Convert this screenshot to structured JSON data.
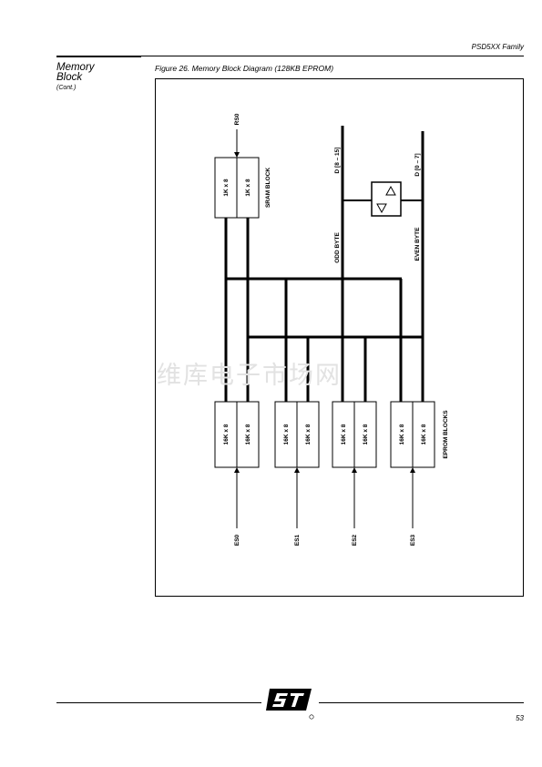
{
  "header": {
    "family": "PSD5XX Family"
  },
  "sidebar": {
    "title_line1": "Memory",
    "title_line2": "Block",
    "cont": "(Cont.)"
  },
  "figure": {
    "caption": "Figure 26.  Memory Block Diagram (128KB EPROM)",
    "labels": {
      "rs0": "RS0",
      "sram_cell": "1K x 8",
      "sram_block": "SRAM BLOCK",
      "d_high": "D [8 – 15]",
      "d_low": "D [0 – 7]",
      "odd_byte": "ODD BYTE",
      "even_byte": "EVEN BYTE",
      "eprom_cell": "16K x 8",
      "eprom_blocks": "EPROM BLOCKS",
      "es0": "ES0",
      "es1": "ES1",
      "es2": "ES2",
      "es3": "ES3"
    }
  },
  "watermark": "维库电子市场网",
  "footer": {
    "page": "53",
    "logo": "ST"
  }
}
